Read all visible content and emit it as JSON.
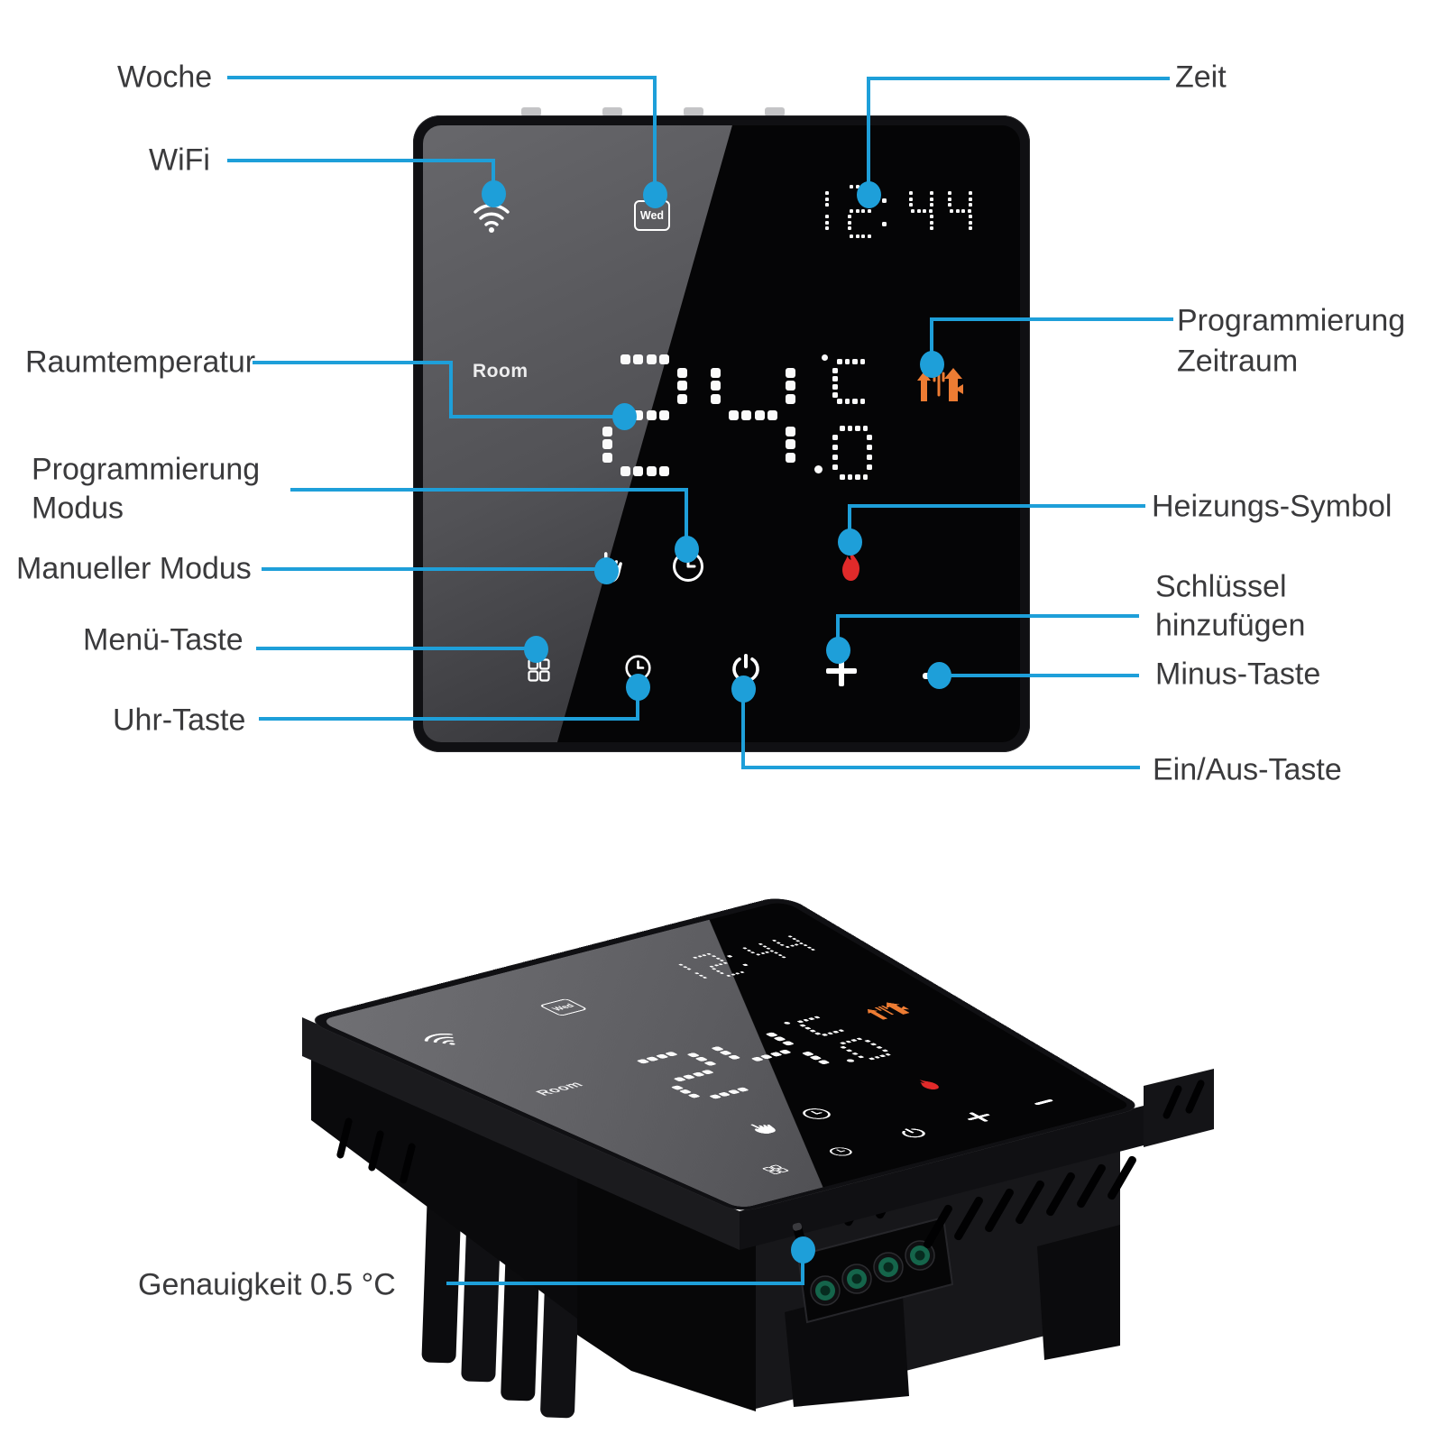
{
  "callouts": {
    "woche": "Woche",
    "wifi": "WiFi",
    "zeit": "Zeit",
    "raumtemperatur": "Raumtemperatur",
    "programmierung_modus_line1": "Programmierung",
    "programmierung_modus_line2": "Modus",
    "manueller_modus": "Manueller Modus",
    "menue_taste": "Menü-Taste",
    "uhr_taste": "Uhr-Taste",
    "programmierung_zeitraum_line1": "Programmierung",
    "programmierung_zeitraum_line2": "Zeitraum",
    "heizungs_symbol": "Heizungs-Symbol",
    "schluessel_line1": "Schlüssel",
    "schluessel_line2": "hinzufügen",
    "minus_taste": "Minus-Taste",
    "ein_aus_taste": "Ein/Aus-Taste",
    "genauigkeit": "Genauigkeit 0.5 °C"
  },
  "display": {
    "weekday": "Wed",
    "time": "12:44",
    "room_label": "Room",
    "temperature_integer": "24",
    "temperature_decimal": ".0",
    "temperature_unit": "°C"
  },
  "icon_names": [
    "wifi-icon",
    "week-indicator",
    "time-display",
    "room-temperature-display",
    "program-period-icon",
    "program-mode-icon",
    "manual-mode-icon",
    "heating-flame-icon",
    "menu-button",
    "clock-button",
    "power-button",
    "plus-button",
    "minus-button",
    "temp-sensor-hole"
  ],
  "colors": {
    "callout_blue": "#1e9fd9",
    "label_gray": "#3a3a3c",
    "flame_red": "#e12a2a",
    "program_orange": "#ed7c33",
    "display_white": "#fafafa",
    "glass_black": "#050506",
    "glare_gray": "#64646a",
    "terminal_green": "#15654b"
  }
}
